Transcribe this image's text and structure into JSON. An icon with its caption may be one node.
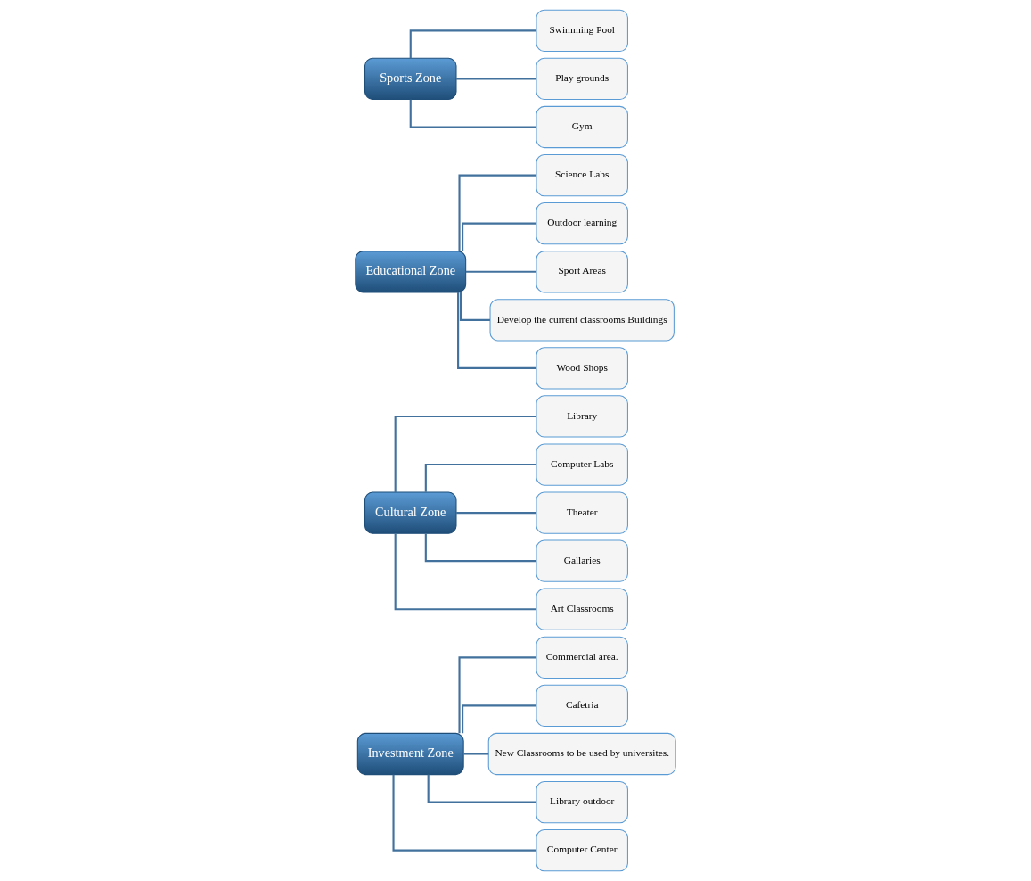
{
  "diagram": {
    "nodes": [
      {
        "text": [
          "Investment Zone"
        ]
      },
      {
        "text": [
          "Commercial area."
        ]
      },
      {
        "text": [
          "Cafetria"
        ]
      },
      {
        "text": [
          "New Classrooms to be used by universites."
        ]
      },
      {
        "text": [
          "Library outdoor"
        ]
      },
      {
        "text": [
          "Computer Center"
        ]
      },
      {
        "text": [
          "Cultural Zone"
        ]
      },
      {
        "text": [
          "Library"
        ]
      },
      {
        "text": [
          "Computer Labs"
        ]
      },
      {
        "text": [
          "Theater"
        ]
      },
      {
        "text": [
          "Gallaries"
        ]
      },
      {
        "text": [
          "Art Classrooms"
        ]
      },
      {
        "text": [
          "Educational Zone"
        ]
      },
      {
        "text": [
          "Science Labs"
        ]
      },
      {
        "text": [
          "Outdoor learning"
        ]
      },
      {
        "text": [
          "Sport Areas"
        ]
      },
      {
        "text": [
          "Develop the current classrooms Buildings"
        ]
      },
      {
        "text": [
          "Wood Shops"
        ]
      },
      {
        "text": [
          "Sports Zone"
        ]
      },
      {
        "text": [
          "Swimming Pool"
        ]
      },
      {
        "text": [
          "Play grounds"
        ]
      },
      {
        "text": [
          "Gym"
        ]
      }
    ],
    "edges": [
      {
        "from": 0,
        "to": 1,
        "arrow": "none"
      },
      {
        "from": 0,
        "to": 2,
        "arrow": "none"
      },
      {
        "from": 0,
        "to": 3,
        "arrow": "none"
      },
      {
        "from": 0,
        "to": 4,
        "arrow": "none"
      },
      {
        "from": 0,
        "to": 5,
        "arrow": "none"
      },
      {
        "from": 6,
        "to": 7,
        "arrow": "none"
      },
      {
        "from": 6,
        "to": 8,
        "arrow": "none"
      },
      {
        "from": 6,
        "to": 9,
        "arrow": "none"
      },
      {
        "from": 6,
        "to": 10,
        "arrow": "none"
      },
      {
        "from": 6,
        "to": 11,
        "arrow": "none"
      },
      {
        "from": 12,
        "to": 13,
        "arrow": "none"
      },
      {
        "from": 12,
        "to": 14,
        "arrow": "none"
      },
      {
        "from": 12,
        "to": 15,
        "arrow": "none"
      },
      {
        "from": 12,
        "to": 16,
        "arrow": "none"
      },
      {
        "from": 12,
        "to": 17,
        "arrow": "none"
      },
      {
        "from": 18,
        "to": 19,
        "arrow": "none"
      },
      {
        "from": 18,
        "to": 20,
        "arrow": "none"
      },
      {
        "from": 18,
        "to": 21,
        "arrow": "none"
      }
    ]
  }
}
